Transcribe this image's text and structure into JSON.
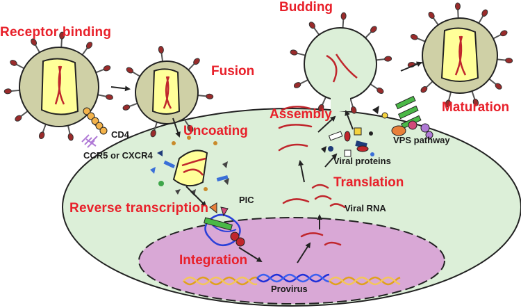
{
  "labels": {
    "receptor_binding": "Receptor binding",
    "fusion": "Fusion",
    "budding": "Budding",
    "maturation": "Maturation",
    "uncoating": "Uncoating",
    "assembly": "Assembly",
    "translation": "Translation",
    "reverse_transcription": "Reverse transcription",
    "integration": "Integration"
  },
  "annotations": {
    "cd4": "CD4",
    "coreceptor": "CCR5 or CXCR4",
    "vps": "VPS pathway",
    "viral_proteins": "Viral proteins",
    "pic": "PIC",
    "viral_rna": "Viral RNA",
    "provirus": "Provirus"
  },
  "colors": {
    "stage_label": "#e8202a",
    "cell": "#dcefd8",
    "nucleus": "#d9a8d6",
    "virion": "#cfd0a6",
    "capsid": "#ffff99",
    "rna": "#c0262c",
    "spike": "#9a2b2b"
  }
}
